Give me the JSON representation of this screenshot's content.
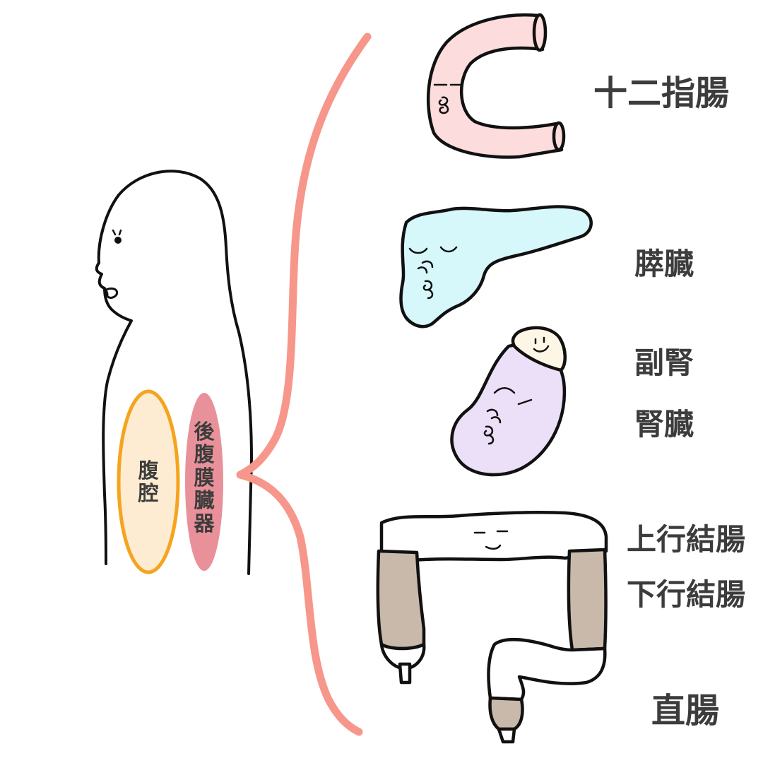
{
  "body_regions": {
    "peritoneal_cavity": "腹腔",
    "retroperitoneal_organs": "後腹膜臓器"
  },
  "organs": {
    "duodenum": "十二指腸",
    "pancreas": "膵臓",
    "adrenal": "副腎",
    "kidney": "腎臓",
    "ascending_colon": "上行結腸",
    "descending_colon": "下行結腸",
    "rectum": "直腸"
  },
  "colors": {
    "outline": "#111111",
    "brace": "#f7968a",
    "cavity_fill": "#fdecd2",
    "cavity_stroke": "#f5a41e",
    "retro_fill": "#e8919a",
    "duodenum_fill": "#fcdcdc",
    "pancreas_fill": "#d6f8fa",
    "kidney_fill": "#ecdff8",
    "adrenal_fill": "#fdf6e6",
    "colon_fill": "#ffffff",
    "colon_shade": "#c8b9ab",
    "text": "#3c3c3c"
  }
}
